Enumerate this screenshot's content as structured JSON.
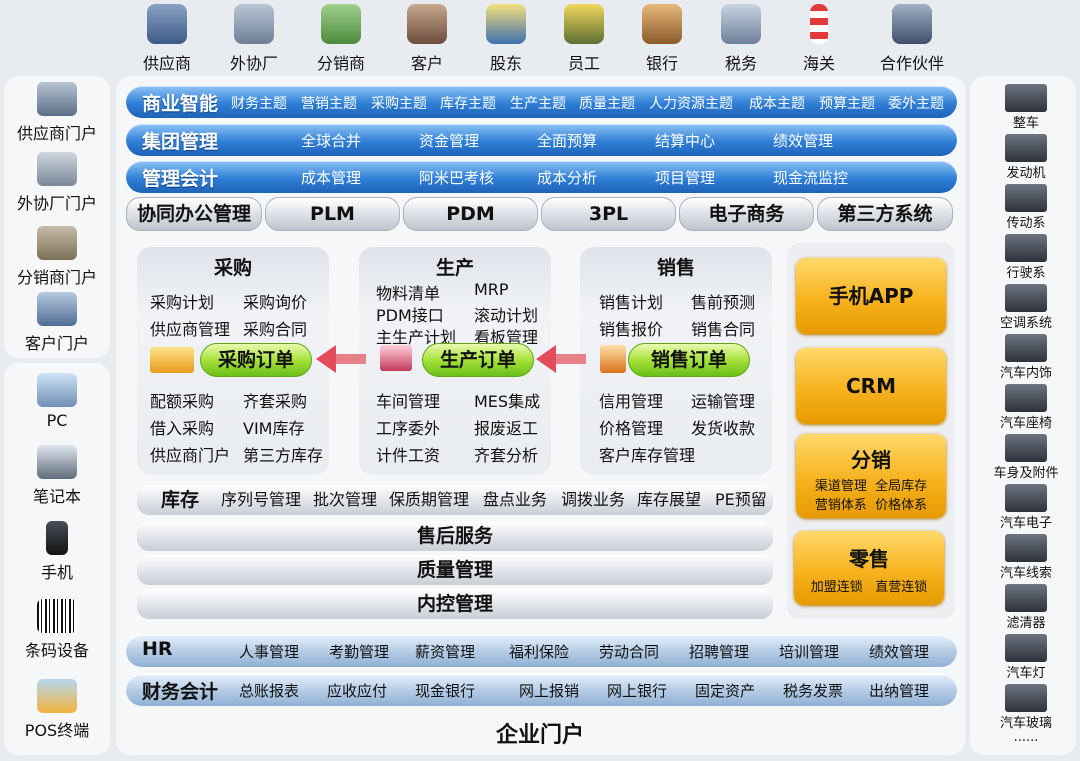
{
  "top_entities": [
    "供应商",
    "外协厂",
    "分销商",
    "客户",
    "股东",
    "员工",
    "银行",
    "税务",
    "海关",
    "合作伙伴"
  ],
  "left_panel_upper": [
    "供应商门户",
    "外协厂门户",
    "分销商门户",
    "客户门户"
  ],
  "left_panel_lower": [
    "PC",
    "笔记本",
    "手机",
    "条码设备",
    "POS终端"
  ],
  "bars": {
    "bi": {
      "title": "商业智能",
      "items": [
        "财务主题",
        "营销主题",
        "采购主题",
        "库存主题",
        "生产主题",
        "质量主题",
        "人力资源主题",
        "成本主题",
        "预算主题",
        "委外主题"
      ]
    },
    "group": {
      "title": "集团管理",
      "items": [
        "全球合并",
        "资金管理",
        "全面预算",
        "结算中心",
        "绩效管理"
      ]
    },
    "mgmt_acct": {
      "title": "管理会计",
      "items": [
        "成本管理",
        "阿米巴考核",
        "成本分析",
        "项目管理",
        "现金流监控"
      ]
    }
  },
  "gray_tabs": [
    "协同办公管理",
    "PLM",
    "PDM",
    "3PL",
    "电子商务",
    "第三方系统"
  ],
  "modules": {
    "purchase": {
      "title": "采购",
      "items_top": [
        "采购计划",
        "采购询价",
        "供应商管理",
        "采购合同"
      ],
      "order": "采购订单",
      "items_bottom": [
        "配额采购",
        "齐套采购",
        "借入采购",
        "VIM库存",
        "供应商门户",
        "第三方库存"
      ]
    },
    "production": {
      "title": "生产",
      "items_top": [
        "物料清单",
        "MRP",
        "PDM接口",
        "滚动计划",
        "主生产计划",
        "看板管理"
      ],
      "order": "生产订单",
      "items_bottom": [
        "车间管理",
        "MES集成",
        "工序委外",
        "报废返工",
        "计件工资",
        "齐套分析"
      ]
    },
    "sales": {
      "title": "销售",
      "items_top": [
        "销售计划",
        "售前预测",
        "销售报价",
        "销售合同"
      ],
      "order": "销售订单",
      "items_bottom": [
        "信用管理",
        "运输管理",
        "价格管理",
        "发货收款",
        "客户库存管理"
      ]
    }
  },
  "inventory": {
    "title": "库存",
    "items": [
      "序列号管理",
      "批次管理",
      "保质期管理",
      "盘点业务",
      "调拨业务",
      "库存展望",
      "PE预留"
    ]
  },
  "wide_rows": [
    "售后服务",
    "质量管理",
    "内控管理"
  ],
  "orange_boxes": {
    "app": "手机APP",
    "crm": "CRM",
    "distribution": {
      "title": "分销",
      "items": [
        "渠道管理",
        "全局库存",
        "营销体系",
        "价格体系"
      ]
    },
    "retail": {
      "title": "零售",
      "items": [
        "加盟连锁",
        "直营连锁"
      ]
    }
  },
  "hr": {
    "title": "HR",
    "items": [
      "人事管理",
      "考勤管理",
      "薪资管理",
      "福利保险",
      "劳动合同",
      "招聘管理",
      "培训管理",
      "绩效管理"
    ]
  },
  "finance": {
    "title": "财务会计",
    "items": [
      "总账报表",
      "应收应付",
      "现金银行",
      "网上报销",
      "网上银行",
      "固定资产",
      "税务发票",
      "出纳管理"
    ]
  },
  "portal": "企业门户",
  "right_panel": [
    "整车",
    "发动机",
    "传动系",
    "行驶系",
    "空调系统",
    "汽车内饰",
    "汽车座椅",
    "车身及附件",
    "汽车电子",
    "汽车线索",
    "滤清器",
    "汽车灯",
    "汽车玻璃",
    "......"
  ],
  "colors": {
    "blue_bar": "#2f7fd6",
    "green_pill": "#a6e23a",
    "orange_box": "#f7b21e",
    "arrow": "#e34c5a"
  }
}
